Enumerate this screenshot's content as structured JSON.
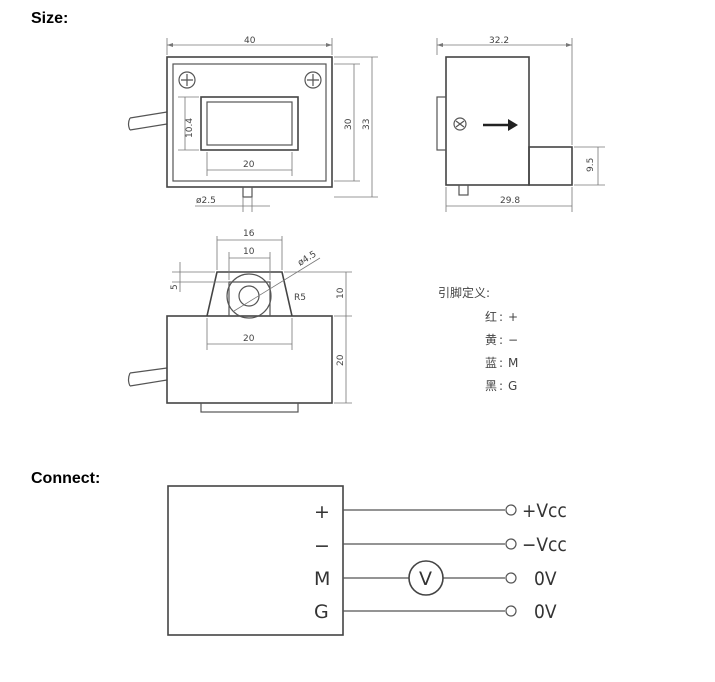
{
  "headings": {
    "size": "Size:",
    "connect": "Connect:"
  },
  "dimensions": {
    "front_width": "40",
    "window_height": "10.4",
    "window_width": "20",
    "height_inner": "30",
    "height_outer": "33",
    "pin_dia": "ø2.5",
    "side_width": "32.2",
    "side_depth": "29.8",
    "side_step": "9.5",
    "mount_width": "16",
    "mount_inner": "10",
    "mount_hole": "ø4.5",
    "mount_radius": "R5",
    "mount_top": "5",
    "mount_height": "10",
    "base_width": "20",
    "base_height": "20"
  },
  "pin_legend": {
    "title": "引脚定义:",
    "items": [
      {
        "color": "红",
        "signal": "+"
      },
      {
        "color": "黄",
        "signal": "−"
      },
      {
        "color": "蓝",
        "signal": "M"
      },
      {
        "color": "黑",
        "signal": "G"
      }
    ]
  },
  "wiring": {
    "pins": [
      "+",
      "−",
      "M",
      "G"
    ],
    "terminals": [
      "+Vcc",
      "−Vcc",
      "0V",
      "0V"
    ],
    "meter": "V"
  }
}
